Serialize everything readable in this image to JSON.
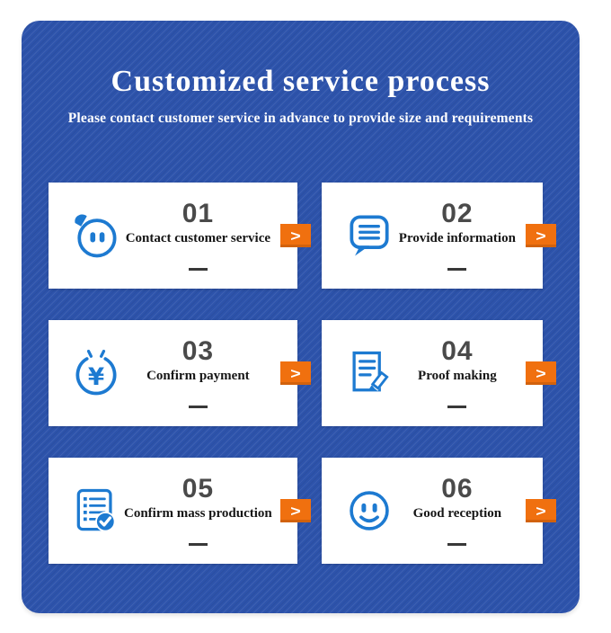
{
  "header": {
    "title": "Customized service process",
    "subtitle": "Please contact customer service in advance to provide size and requirements"
  },
  "arrow": {
    "glyph": ">"
  },
  "colors": {
    "panel_blue": "#2d53ab",
    "icon_blue": "#1d7ad1",
    "arrow_orange": "#f0700f",
    "number_gray": "#4a4a4a",
    "label_dark": "#161616",
    "card_white": "#ffffff"
  },
  "steps": [
    {
      "number": "01",
      "label": "Contact customer service",
      "icon": "chat-mascot-icon"
    },
    {
      "number": "02",
      "label": "Provide information",
      "icon": "message-bubble-icon"
    },
    {
      "number": "03",
      "label": "Confirm payment",
      "icon": "yuan-payment-icon"
    },
    {
      "number": "04",
      "label": "Proof making",
      "icon": "document-pencil-icon"
    },
    {
      "number": "05",
      "label": "Confirm mass production",
      "icon": "checklist-check-icon"
    },
    {
      "number": "06",
      "label": "Good reception",
      "icon": "smiley-face-icon"
    }
  ]
}
